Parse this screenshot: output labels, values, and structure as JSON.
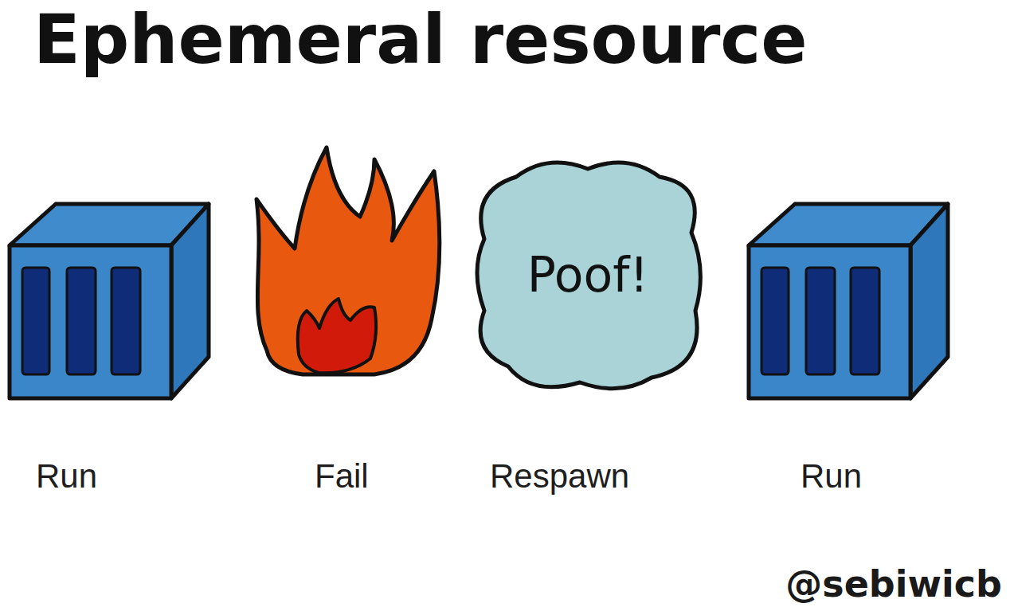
{
  "diagram": {
    "title": "Ephemeral resource",
    "nodes": [
      {
        "text": [
          "Poof!"
        ]
      }
    ],
    "labels": [
      "Run",
      "Fail",
      "Respawn",
      "Run",
      "@sebiwicb"
    ]
  }
}
